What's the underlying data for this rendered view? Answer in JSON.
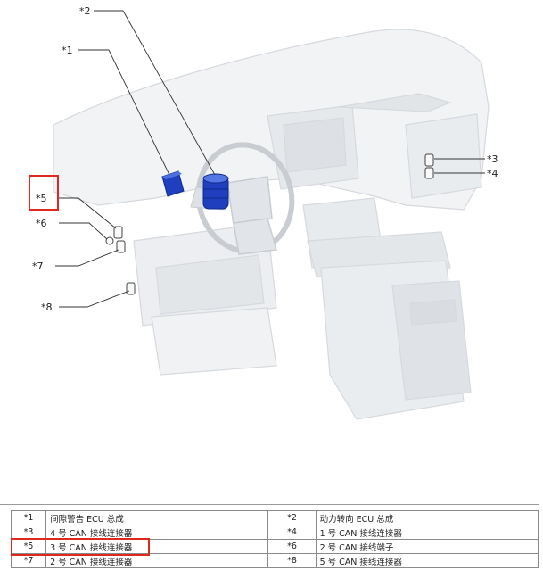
{
  "callouts": {
    "c1": "*1",
    "c2": "*2",
    "c3": "*3",
    "c4": "*4",
    "c5": "*5",
    "c6": "*6",
    "c7": "*7",
    "c8": "*8"
  },
  "legend": {
    "rows": [
      {
        "k1": "*1",
        "d1": "间隙警告 ECU 总成",
        "k2": "*2",
        "d2": "动力转向 ECU 总成"
      },
      {
        "k1": "*3",
        "d1": "4 号 CAN 接线连接器",
        "k2": "*4",
        "d2": "1 号 CAN 接线连接器"
      },
      {
        "k1": "*5",
        "d1": "3 号 CAN 接线连接器",
        "k2": "*6",
        "d2": "2 号 CAN 接线端子"
      },
      {
        "k1": "*7",
        "d1": "2 号 CAN 接线连接器",
        "k2": "*8",
        "d2": "5 号 CAN 接线连接器"
      }
    ]
  },
  "colors": {
    "highlight": "#e0281f",
    "component": "#1f3fbf",
    "line_art": "#d0d4d8"
  }
}
